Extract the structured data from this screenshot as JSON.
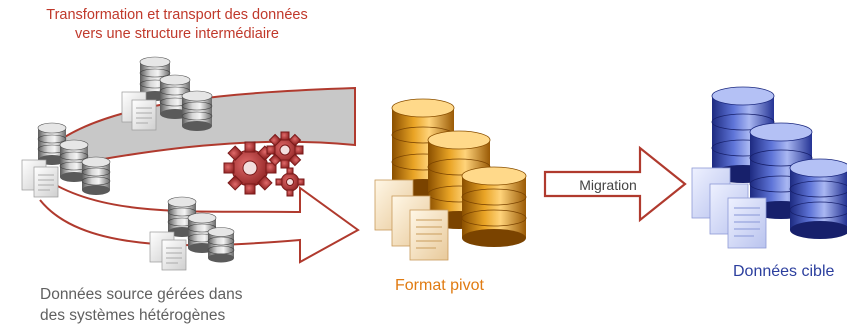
{
  "labels": {
    "transform_line1": "Transformation et transport des données",
    "transform_line2": "vers une structure intermédiaire",
    "source_line1": "Données source gérées dans",
    "source_line2": "des systèmes hétérogènes",
    "pivot": "Format pivot",
    "migration": "Migration",
    "target": "Données cible"
  },
  "colors": {
    "accent_red": "#c0392b",
    "pivot_orange": "#e07b12",
    "target_blue": "#2c3f9e",
    "band_gray": "#c8c8c8"
  }
}
